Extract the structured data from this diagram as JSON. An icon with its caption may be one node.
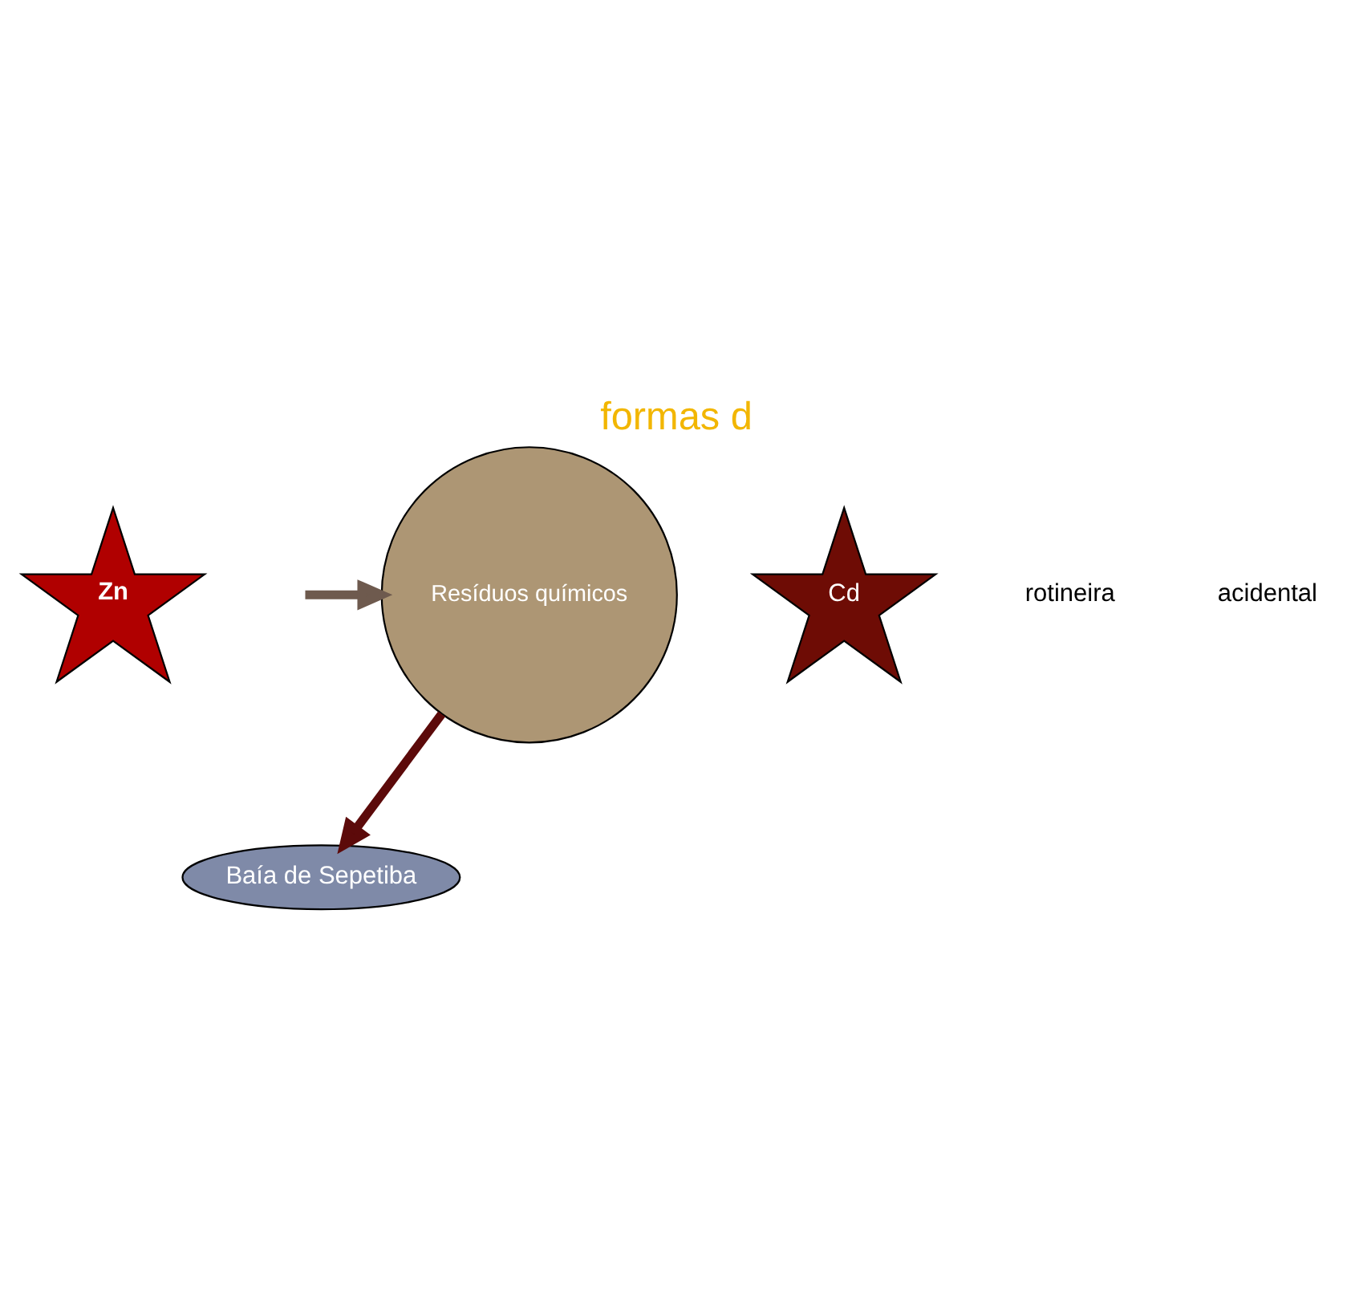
{
  "diagram": {
    "title": "formas d",
    "nodes": [
      {
        "text": [
          "Resíduos químicos"
        ]
      },
      {
        "text": [
          "Cd"
        ]
      },
      {
        "text": [
          "Zn"
        ]
      },
      {
        "text": [
          "Baía de Sepetiba"
        ]
      }
    ],
    "edges": [
      {
        "from": null,
        "to": 0,
        "arrow": "to",
        "color": "#6e5a4e"
      },
      {
        "from": 0,
        "to": 3,
        "arrow": "to",
        "color": "#5c0a0a"
      }
    ],
    "labels": [
      "rotineira",
      "acidental"
    ]
  }
}
